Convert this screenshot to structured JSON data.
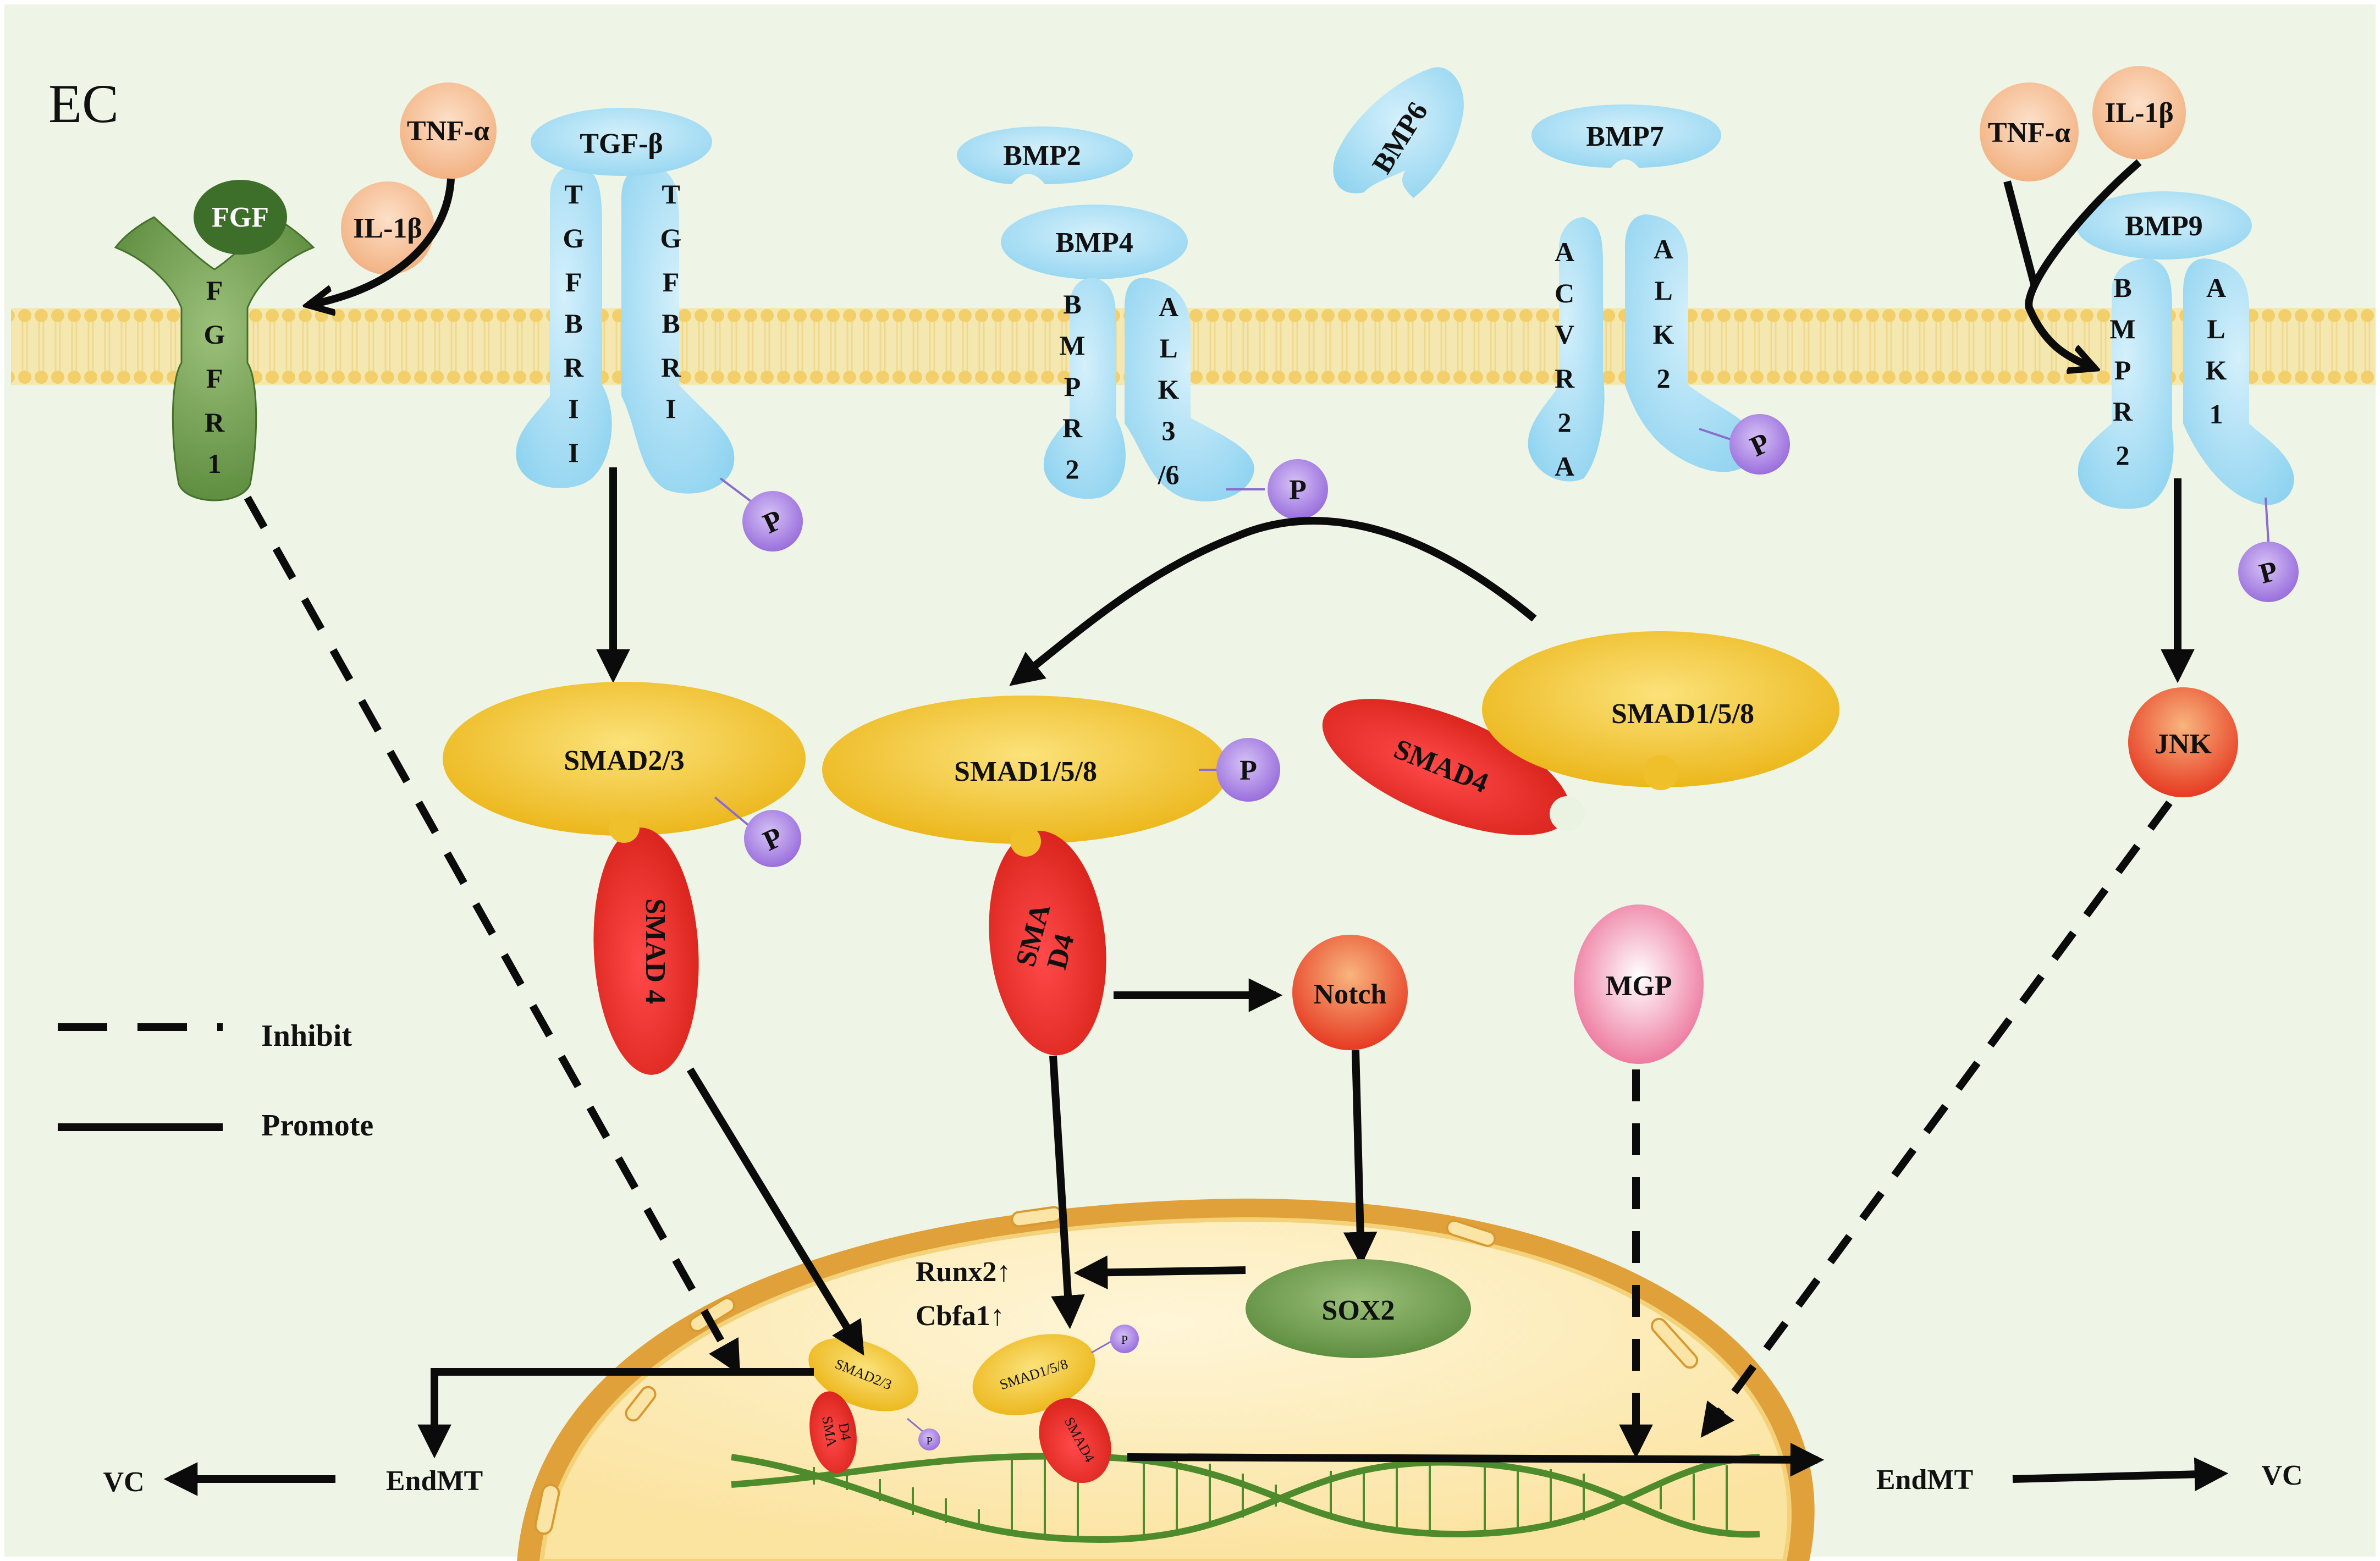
{
  "compartment_label": "EC",
  "ligands": {
    "tnf_alpha_left": "TNF-α",
    "il1b_left": "IL-1β",
    "fgf": "FGF",
    "tgf_beta": "TGF-β",
    "bmp2": "BMP2",
    "bmp4": "BMP4",
    "bmp6": "BMP6",
    "bmp7": "BMP7",
    "bmp9": "BMP9",
    "tnf_alpha_right": "TNF-α",
    "il1b_right": "IL-1β"
  },
  "receptors": {
    "fgfr1": [
      "F",
      "G",
      "F",
      "R",
      "1"
    ],
    "tgfbr2": [
      "T",
      "G",
      "F",
      "B",
      "R",
      "I",
      "I"
    ],
    "tgfbr1": [
      "T",
      "G",
      "F",
      "B",
      "R",
      "I"
    ],
    "bmpr2_a": [
      "B",
      "M",
      "P",
      "R",
      "2"
    ],
    "alk36": [
      "A",
      "L",
      "K",
      "3",
      "/6"
    ],
    "acvr2a": [
      "A",
      "C",
      "V",
      "R",
      "2",
      "A"
    ],
    "alk2": [
      "A",
      "L",
      "K",
      "2"
    ],
    "bmpr2_b": [
      "B",
      "M",
      "P",
      "R",
      "2"
    ],
    "alk1": [
      "A",
      "L",
      "K",
      "1"
    ]
  },
  "phospho": "P",
  "proteins": {
    "smad23": "SMAD2/3",
    "smad4_vert": "SMAD 4",
    "smad158_left": "SMAD1/5/8",
    "smad4_sma": "SMA",
    "smad4_d4": "D4",
    "smad4_tilted": "SMAD4",
    "smad158_right": "SMAD1/5/8",
    "jnk": "JNK",
    "notch": "Notch",
    "mgp": "MGP",
    "sox2": "SOX2"
  },
  "nucleus": {
    "runx2": "Runx2↑",
    "cbfa1": "Cbfa1↑",
    "smad23_small": "SMAD2/3",
    "smad158_small": "SMAD1/5/8",
    "sma_small": "SMA",
    "d4_small": "D4",
    "smad4_small": "SMAD4"
  },
  "outcomes": {
    "endmt_left": "EndMT",
    "vc_left": "VC",
    "endmt_right": "EndMT",
    "vc_right": "VC"
  },
  "legend": {
    "inhibit": "Inhibit",
    "promote": "Promote"
  },
  "colors": {
    "background": "#eef5e6",
    "receptor": "#a9dcf2",
    "smad_yellow": "#f0c02a",
    "smad4_red": "#e32a22",
    "ligand_peach": "#f6c09a",
    "phospho_purple": "#a983e0",
    "fgfr_green": "#5a8a3c",
    "sox2_green": "#6a9a4c",
    "mgp_pink": "#f07fa0",
    "nucleus_fill": "#fbe6a2",
    "nucleus_rim": "#d89a30"
  }
}
